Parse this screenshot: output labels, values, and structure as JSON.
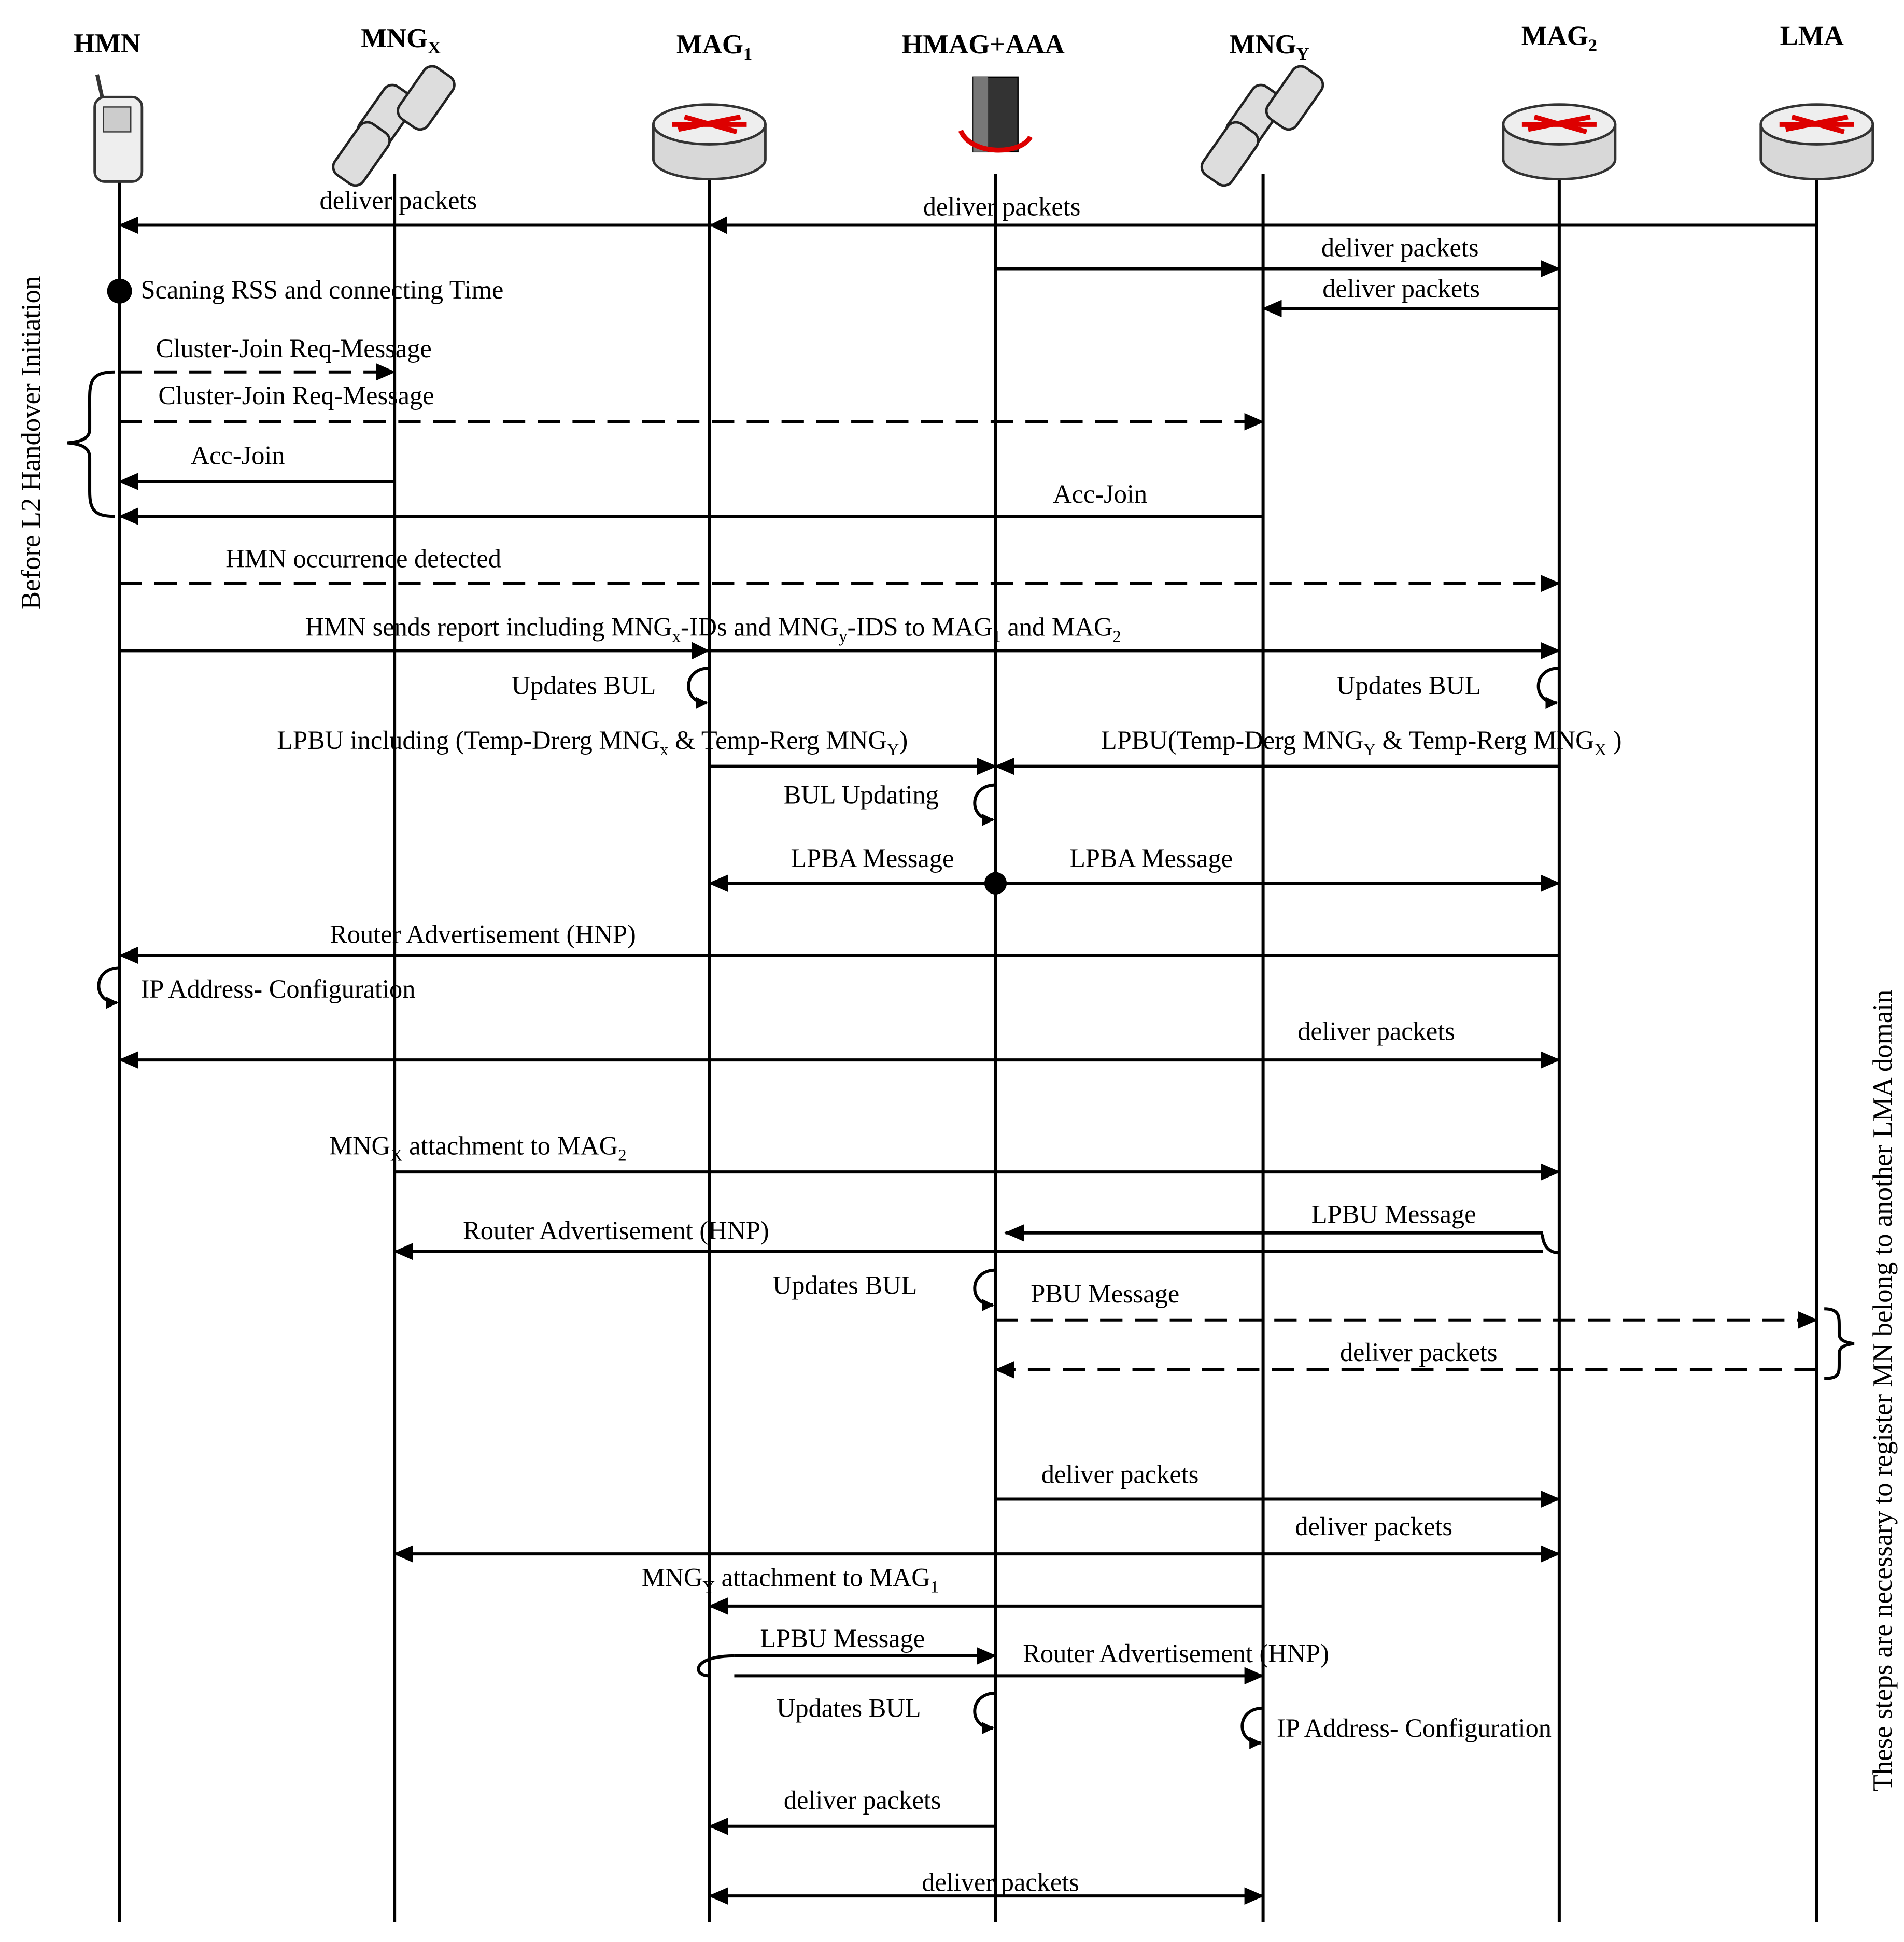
{
  "participants": [
    {
      "name": [
        "HMN"
      ],
      "icon": "mobile-phone-icon"
    },
    {
      "name": [
        "MNG",
        {
          "sub": "X"
        }
      ],
      "icon": "phone-cluster-icon"
    },
    {
      "name": [
        "MAG",
        {
          "sub": "1"
        }
      ],
      "icon": "router-icon"
    },
    {
      "name": [
        "HMAG+AAA"
      ],
      "icon": "server-icon"
    },
    {
      "name": [
        "MNG",
        {
          "sub": "Y"
        }
      ],
      "icon": "phone-cluster-icon"
    },
    {
      "name": [
        "MAG",
        {
          "sub": "2"
        }
      ],
      "icon": "router-icon"
    },
    {
      "name": [
        "LMA"
      ],
      "icon": "router-icon"
    }
  ],
  "side_labels": {
    "left": "Before L2 Handover Initiation",
    "right": "These steps are necessary to register MN belong to another LMA domain"
  },
  "messages": [
    {
      "label": [
        "deliver packets"
      ]
    },
    {
      "label": [
        "deliver packets"
      ]
    },
    {
      "label": [
        "deliver packets"
      ]
    },
    {
      "label": [
        "deliver packets"
      ]
    },
    {
      "label": [
        "Scaning RSS and connecting Time"
      ]
    },
    {
      "label": [
        "Cluster-Join Req-Message"
      ]
    },
    {
      "label": [
        "Cluster-Join Req-Message"
      ]
    },
    {
      "label": [
        "Acc-Join"
      ]
    },
    {
      "label": [
        "Acc-Join"
      ]
    },
    {
      "label": [
        "HMN occurrence detected"
      ]
    },
    {
      "label": [
        "HMN sends  report including MNG",
        {
          "sub": "x"
        },
        "-IDs and MNG",
        {
          "sub": "y"
        },
        "-IDS to MAG",
        {
          "sub": "1"
        },
        " and MAG",
        {
          "sub": "2"
        }
      ]
    },
    {
      "label": [
        "Updates BUL"
      ]
    },
    {
      "label": [
        "Updates BUL"
      ]
    },
    {
      "label": [
        "LPBU including (Temp-Drerg MNG",
        {
          "sub": "x"
        },
        " & Temp-Rerg MNG",
        {
          "sub": "Y"
        },
        ")"
      ]
    },
    {
      "label": [
        "LPBU(Temp-Derg MNG",
        {
          "sub": "Y"
        },
        " & Temp-Rerg MNG",
        {
          "sub": "X"
        },
        " )"
      ]
    },
    {
      "label": [
        "BUL Updating"
      ]
    },
    {
      "label": [
        "LPBA Message"
      ]
    },
    {
      "label": [
        "LPBA Message"
      ]
    },
    {
      "label": [
        "Router Advertisement (HNP)"
      ]
    },
    {
      "label": [
        "IP Address- Configuration"
      ]
    },
    {
      "label": [
        "deliver packets"
      ]
    },
    {
      "label": [
        "MNG",
        {
          "sub": "X"
        },
        " attachment to MAG",
        {
          "sub": "2"
        }
      ]
    },
    {
      "label": [
        "LPBU Message"
      ]
    },
    {
      "label": [
        "Router Advertisement (HNP)"
      ]
    },
    {
      "label": [
        "Updates BUL"
      ]
    },
    {
      "label": [
        "PBU Message"
      ]
    },
    {
      "label": [
        "deliver packets"
      ]
    },
    {
      "label": [
        "deliver packets"
      ]
    },
    {
      "label": [
        "deliver packets"
      ]
    },
    {
      "label": [
        "MNG",
        {
          "sub": "Y"
        },
        " attachment to MAG",
        {
          "sub": "1"
        }
      ]
    },
    {
      "label": [
        "LPBU Message"
      ]
    },
    {
      "label": [
        "Router Advertisement (HNP)"
      ]
    },
    {
      "label": [
        "Updates BUL"
      ]
    },
    {
      "label": [
        "IP Address- Configuration"
      ]
    },
    {
      "label": [
        "deliver packets"
      ]
    },
    {
      "label": [
        "deliver packets"
      ]
    }
  ]
}
